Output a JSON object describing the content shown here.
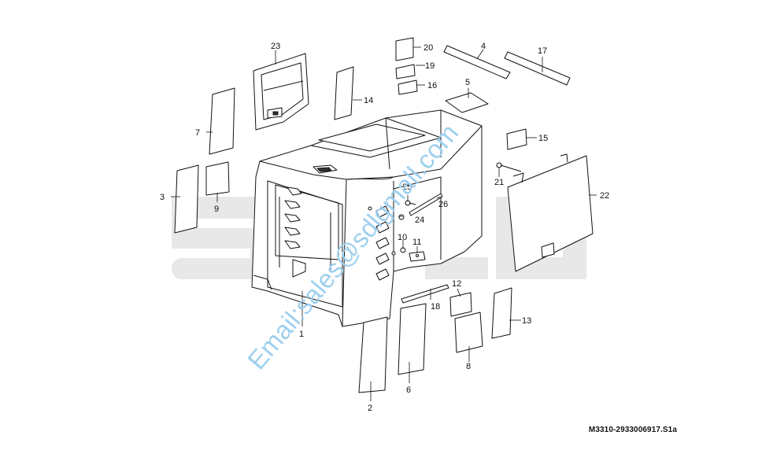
{
  "diagram": {
    "drawing_code": "M3310-2933006917.S1a",
    "watermark_logo": "SDLG",
    "watermark_email": "Email:sales@sdlgmall.com",
    "colors": {
      "line": "#111111",
      "watermark_logo": "#e6e6e6",
      "watermark_email": "#9fd0ef"
    },
    "part_labels": {
      "p1": "1",
      "p2": "2",
      "p3": "3",
      "p4": "4",
      "p5": "5",
      "p6": "6",
      "p7": "7",
      "p8": "8",
      "p9": "9",
      "p10": "10",
      "p11": "11",
      "p12": "12",
      "p13": "13",
      "p14": "14",
      "p15": "15",
      "p16": "16",
      "p17": "17",
      "p18": "18",
      "p19": "19",
      "p20": "20",
      "p21": "21",
      "p22": "22",
      "p23": "23",
      "p24": "24",
      "p25": "25",
      "p26": "26"
    }
  }
}
